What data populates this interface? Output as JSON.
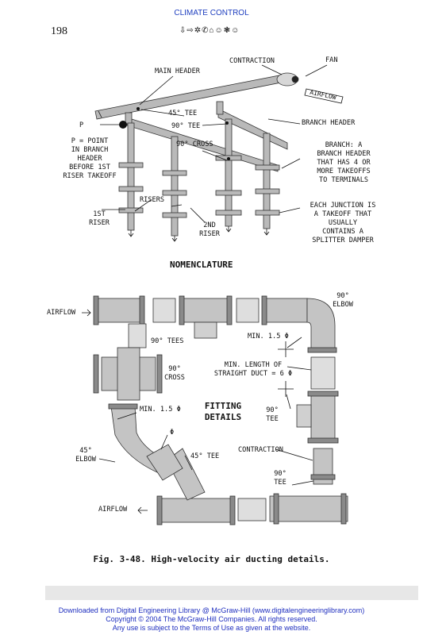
{
  "running_head": "CLIMATE CONTROL",
  "page_number": "198",
  "dingbats": "⇩⇨✲✆⌂☺❃☺",
  "top_figure": {
    "labels": {
      "contraction": "CONTRACTION",
      "fan": "FAN",
      "main_header": "MAIN HEADER",
      "airflow": "AIRFLOW",
      "tee45": "45° TEE",
      "p": "P",
      "tee90": "90° TEE",
      "branch_header": "BRANCH HEADER",
      "p_def_1": "P = POINT",
      "p_def_2": "IN BRANCH",
      "p_def_3": "HEADER",
      "p_def_4": "BEFORE 1ST",
      "p_def_5": "RISER TAKEOFF",
      "cross90": "90° CROSS",
      "branch_1": "BRANCH: A",
      "branch_2": "BRANCH HEADER",
      "branch_3": "THAT HAS 4 OR",
      "branch_4": "MORE TAKEOFFS",
      "branch_5": "TO TERMINALS",
      "risers": "RISERS",
      "first_riser_1": "1ST",
      "first_riser_2": "RISER",
      "second_riser_1": "2ND",
      "second_riser_2": "RISER",
      "junction_1": "EACH JUNCTION IS",
      "junction_2": "A TAKEOFF THAT",
      "junction_3": "USUALLY",
      "junction_4": "CONTAINS A",
      "junction_5": "SPLITTER DAMPER",
      "nomenclature": "NOMENCLATURE"
    }
  },
  "bottom_figure": {
    "labels": {
      "elbow90_1": "90°",
      "elbow90_2": "ELBOW",
      "airflow_in": "AIRFLOW",
      "tees90": "90° TEES",
      "min15_top": "MIN. 1.5 Φ",
      "cross90_1": "90°",
      "cross90_2": "CROSS",
      "minlen_1": "MIN. LENGTH OF",
      "minlen_2": "STRAIGHT DUCT = 6 Φ",
      "fitting_1": "FITTING",
      "fitting_2": "DETAILS",
      "min15_left": "MIN. 1.5 Φ",
      "tee90_right_1": "90°",
      "tee90_right_2": "TEE",
      "phi": "Φ",
      "elbow45_1": "45°",
      "elbow45_2": "ELBOW",
      "tee45": "45° TEE",
      "contraction": "CONTRACTION",
      "tee90_bottom_1": "90°",
      "tee90_bottom_2": "TEE",
      "airflow_out": "AIRFLOW"
    }
  },
  "caption": "Fig. 3-48.  High-velocity air ducting details.",
  "footer": {
    "line1": "Downloaded from Digital Engineering Library @ McGraw-Hill (www.digitalengineeringlibrary.com)",
    "line2": "Copyright © 2004 The McGraw-Hill Companies. All rights reserved.",
    "line3": "Any use is subject to the Terms of Use as given at the website."
  }
}
